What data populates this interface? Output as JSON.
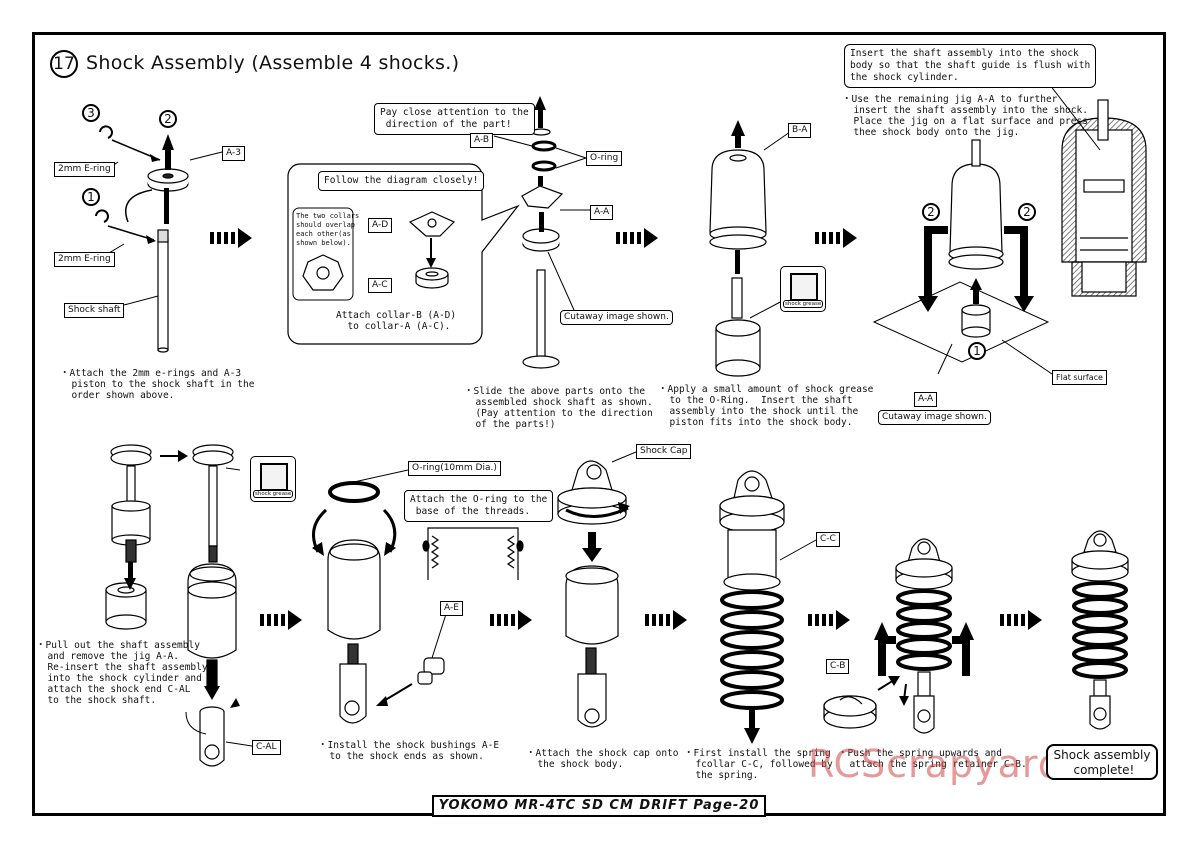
{
  "header": {
    "step_number": "17",
    "title": "Shock Assembly (Assemble 4 shocks.)"
  },
  "labels": {
    "a3": "A-3",
    "eclip_top": "2mm E-ring",
    "eclip_bottom": "2mm E-ring",
    "shock_shaft": "Shock shaft",
    "ab": "A-B",
    "oring_top": "O-ring",
    "aa_top": "A-A",
    "ad": "A-D",
    "ac": "A-C",
    "cutaway_top": "Cutaway image shown.",
    "ba": "B-A",
    "grease_1": "shock grease",
    "aa_right": "A-A",
    "flat_surface": "Flat surface",
    "cutaway_right": "Cutaway image shown.",
    "grease_2": "shock grease",
    "cal": "C-AL",
    "oring_10": "O-ring(10mm Dia.)",
    "ae": "A-E",
    "shock_cap": "Shock Cap",
    "cc": "C-C",
    "cb": "C-B"
  },
  "numbers": {
    "n3": "3",
    "n2_top": "2",
    "n1_top": "1",
    "n2_left": "2",
    "n2_right": "2",
    "n1_right": "1"
  },
  "callouts": {
    "direction": "Pay close attention to the\n direction of the part!",
    "follow": "Follow the diagram closely!",
    "overlap": "The two collars\nshould overlap\neach other(as\nshown below).",
    "attach_collar": "Attach collar-B (A-D)\n  to collar-A (A-C).",
    "insert_shaft": "Insert the shaft assembly into the shock\nbody so that the shaft guide is flush with\nthe shock cylinder.",
    "attach_oring": "Attach the O-ring to the\n base of the threads."
  },
  "notes": {
    "step1": "・Attach the 2mm e-rings and A-3\n  piston to the shock shaft in the\n  order shown above.",
    "step2": "・Slide the above parts onto the\n  assembled shock shaft as shown.\n  (Pay attention to the direction\n  of the parts!)",
    "step3": "・Apply a small amount of shock grease\n  to the O-Ring.  Insert the shaft\n  assembly into the shock until the\n  piston fits into the shock body.",
    "step4": "・Use the remaining jig A-A to further\n  insert the shaft assembly into the shock.\n  Place the jig on a flat surface and press\n  thee shock body onto the jig.",
    "step5": "・Pull out the shaft assembly\n  and remove the jig A-A.\n  Re-insert the shaft assembly\n  into the shock cylinder and\n  attach the shock end C-AL\n  to the shock shaft.",
    "step6": "・Install the shock bushings A-E\n  to the shock ends as shown.",
    "step7": "・Attach the shock cap onto\n  the shock body.",
    "step8": "・First install the spring\n  fcollar C-C, followed by\n  the spring.",
    "step9": "・Push the spring upwards and\n  attach the spring retainer C-B."
  },
  "complete": "Shock assembly\n complete!",
  "footer": "YOKOMO MR-4TC SD CM DRIFT   Page-20",
  "watermark": "RCScrapyard.net",
  "colors": {
    "ink": "#000000",
    "hatch": "#555555",
    "watermark": "#d24646"
  }
}
